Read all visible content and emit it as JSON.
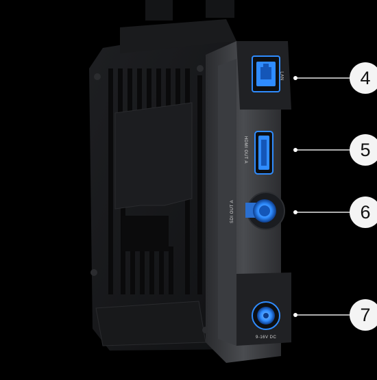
{
  "colors": {
    "background": "#000000",
    "accent_blue": "#2f8cff",
    "callout": "#e8e8e8",
    "badge_bg": "#f4f4f4",
    "badge_text": "#111111"
  },
  "callouts": [
    {
      "number": "4",
      "port": "LAN"
    },
    {
      "number": "5",
      "port": "HDMI OUT A"
    },
    {
      "number": "6",
      "port": "SDI OUT A"
    },
    {
      "number": "7",
      "port": "9-16V DC"
    }
  ],
  "ports": {
    "lan_label": "LAN",
    "hdmi_label": "HDMI OUT A",
    "sdi_label": "SDI OUT A",
    "dc_label": "9-16V DC"
  }
}
